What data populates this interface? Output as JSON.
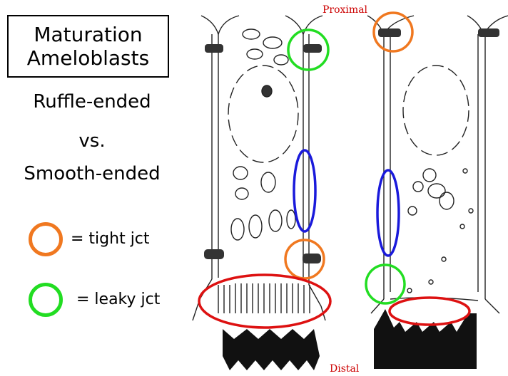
{
  "title": {
    "line1": "Maturation",
    "line2": "Ameloblasts"
  },
  "comparison": {
    "left": "Ruffle-ended",
    "vs": "vs.",
    "right": "Smooth-ended"
  },
  "legend": [
    {
      "label": "= tight jct",
      "color": "#f07820"
    },
    {
      "label": "= leaky jct",
      "color": "#22dd22"
    }
  ],
  "labels": {
    "proximal": "Proximal",
    "distal": "Distal"
  },
  "colors": {
    "tight": "#f07820",
    "leaky": "#22dd22",
    "lateral": "#1a1adb",
    "apical": "#dd1111"
  }
}
